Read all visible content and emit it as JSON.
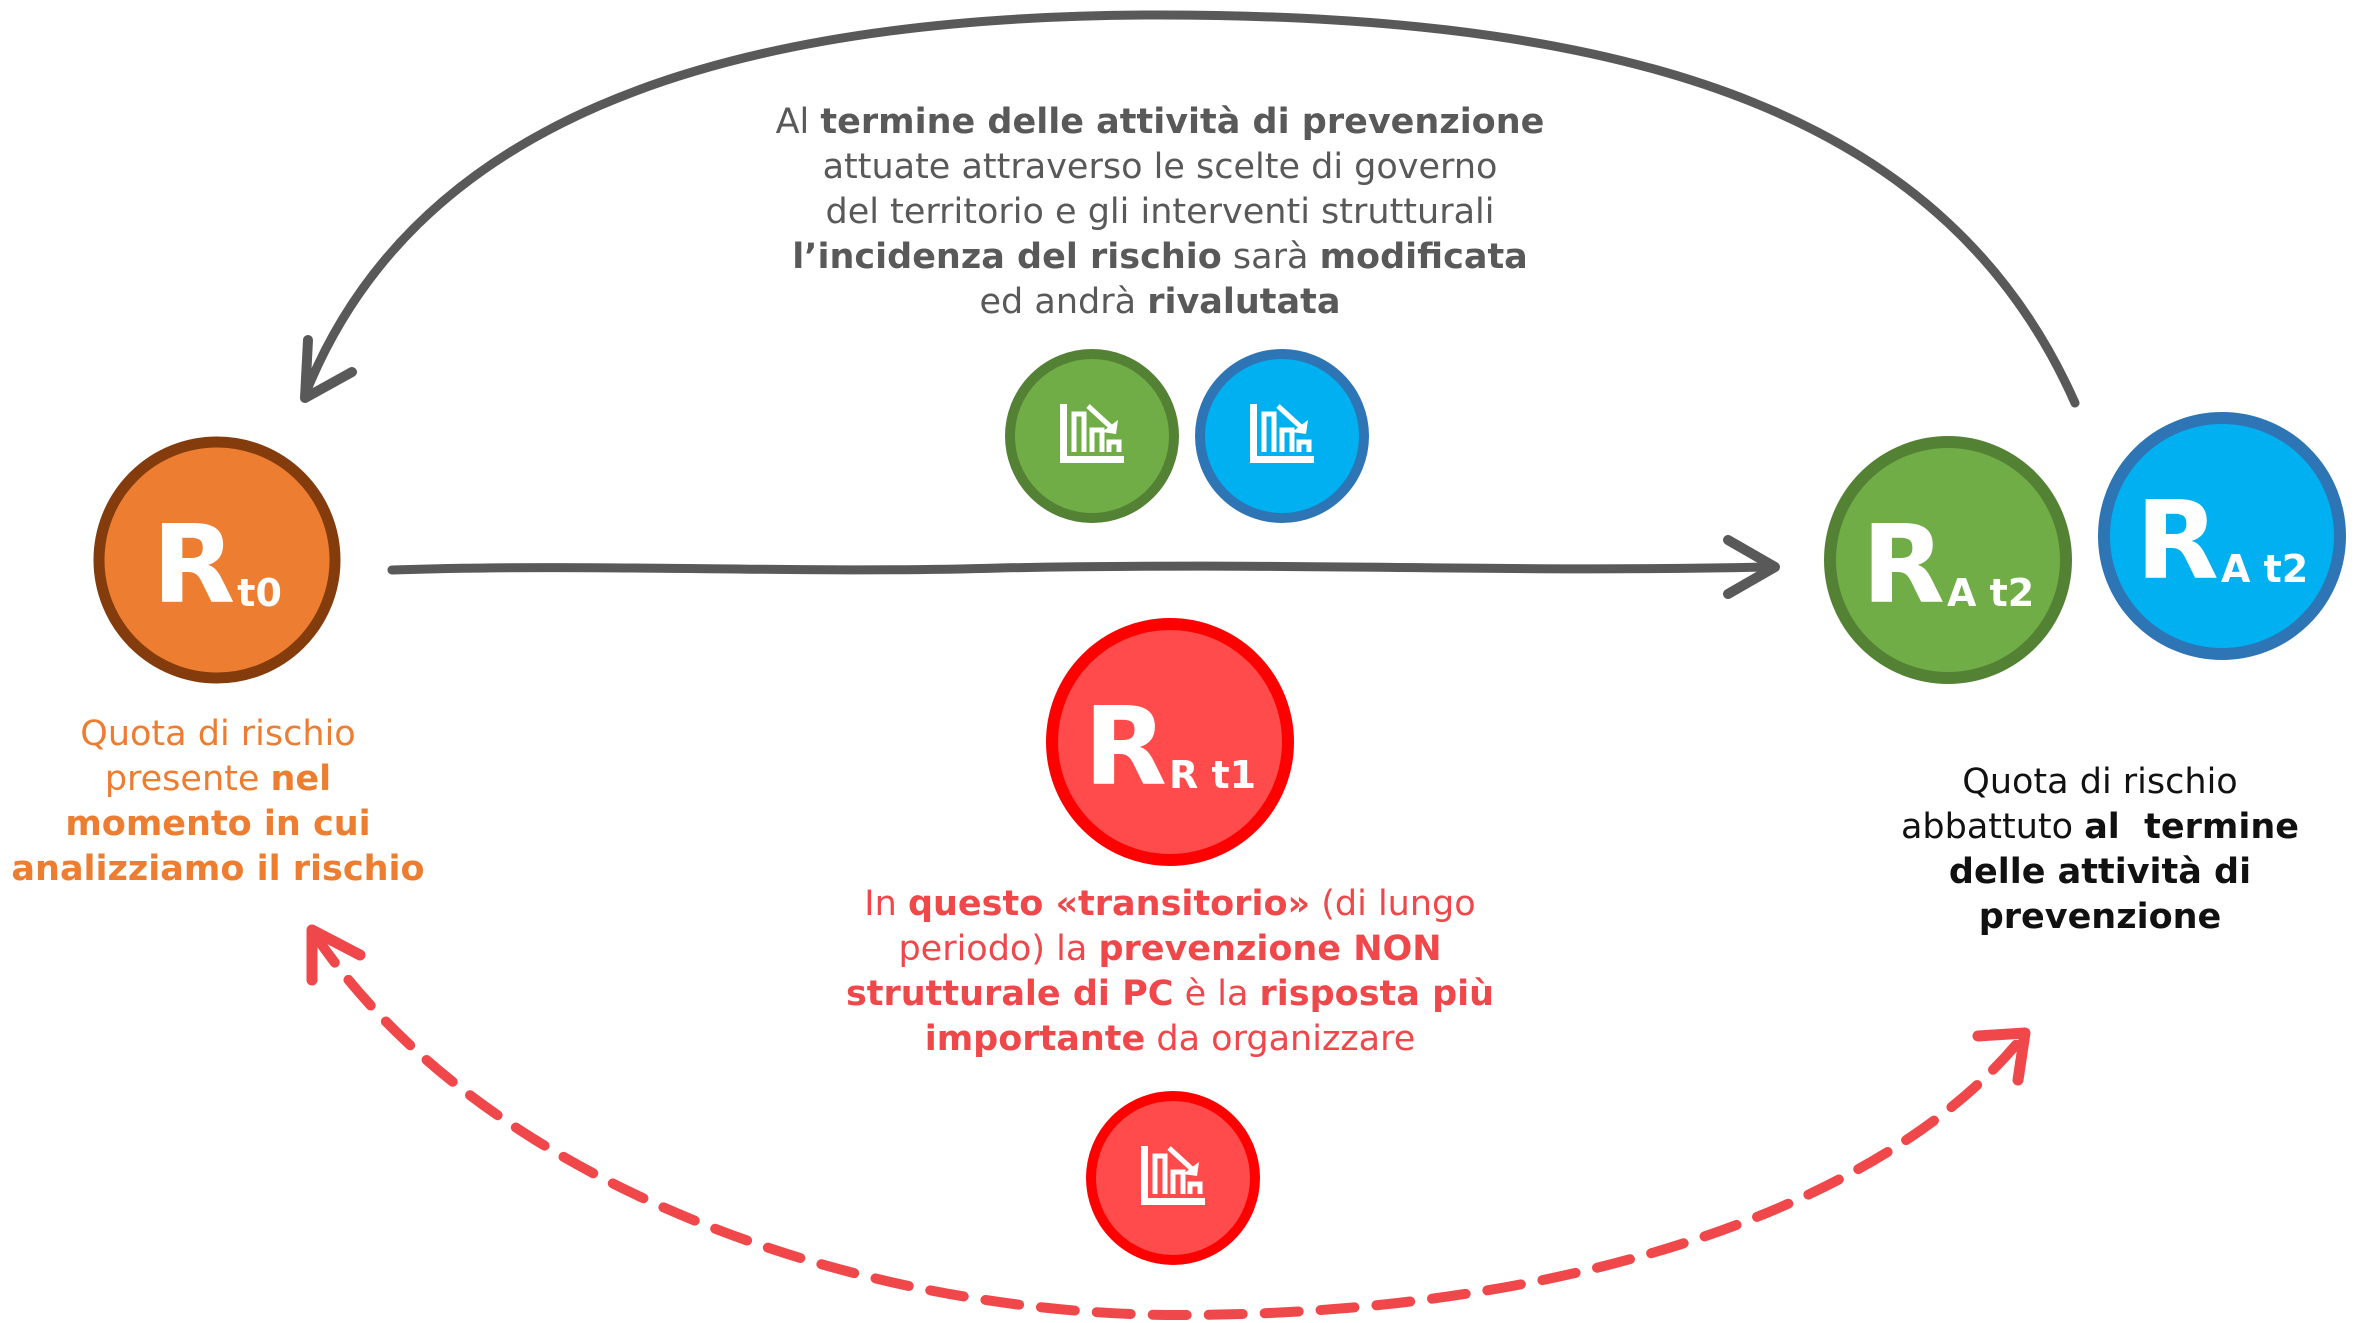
{
  "nodes": {
    "rt0": {
      "letter": "R",
      "subscript": "t0",
      "fill": "#ED7D31",
      "ring": "#843C0C"
    },
    "rrt1": {
      "letter": "R",
      "subscript": "R t1",
      "fill": "#FF4B4B",
      "ring": "#FF0000"
    },
    "rat2_green": {
      "letter": "R",
      "subscript": "A t2",
      "fill": "#70AD47",
      "ring": "#548235"
    },
    "rat2_blue": {
      "letter": "R",
      "subscript": "A t2",
      "fill": "#00B0F0",
      "ring": "#2E75B6"
    }
  },
  "icons": {
    "top_green": {
      "name": "chart-down-icon",
      "fill": "#70AD47",
      "ring": "#548235"
    },
    "top_blue": {
      "name": "chart-down-icon",
      "fill": "#00B0F0",
      "ring": "#2E75B6"
    },
    "bottom_red": {
      "name": "chart-down-icon",
      "fill": "#FF4B4B",
      "ring": "#FF0000"
    }
  },
  "texts": {
    "top": {
      "l1a": "Al ",
      "l1b": "termine delle attività di prevenzione",
      "l2": "attuate attraverso le scelte di governo",
      "l3": "del territorio e gli interventi strutturali",
      "l4a": "l’incidenza del rischio",
      "l4b": " sarà ",
      "l4c": "modificata",
      "l5a": "ed andrà ",
      "l5b": "rivalutata"
    },
    "left": {
      "l1": "Quota di rischio",
      "l2a": "presente ",
      "l2b": "nel",
      "l3": "momento in cui",
      "l4": "analizziamo il rischio"
    },
    "center": {
      "l1a": "In ",
      "l1b": "questo «transitorio»",
      "l1c": " (di lungo",
      "l2a": "periodo) la ",
      "l2b": "prevenzione NON",
      "l3a": "strutturale di PC",
      "l3b": " è la ",
      "l3c": "risposta più",
      "l4a": "importante",
      "l4b": " da organizzare"
    },
    "right": {
      "l1": "Quota di rischio",
      "l2a": "abbattuto ",
      "l2b": "al  termine",
      "l3": "delle attività di",
      "l4": "prevenzione"
    }
  },
  "colors": {
    "arrow_gray": "#595959",
    "arrow_dashed_red": "#F0474A",
    "orange": "#ED7D31",
    "red_text": "#F0474A",
    "gray_text": "#595959"
  }
}
